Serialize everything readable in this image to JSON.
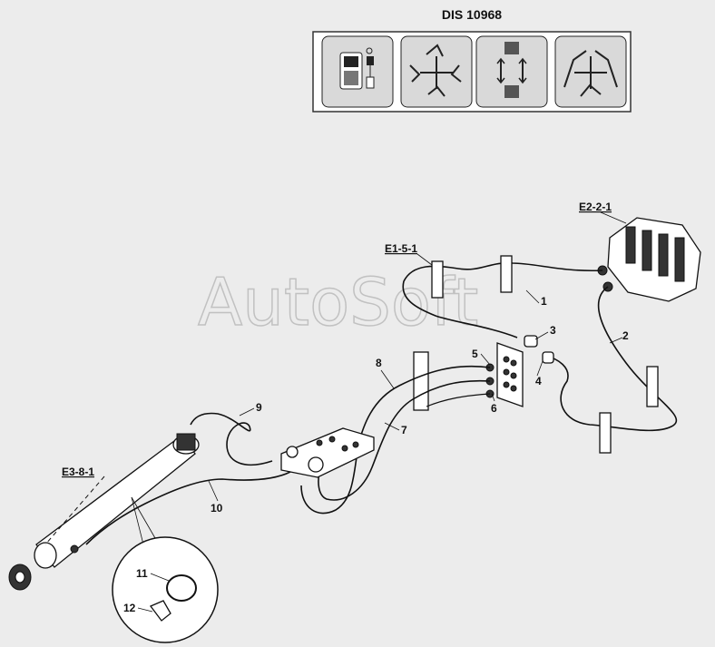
{
  "header": {
    "title": "DIS 10968"
  },
  "watermark": {
    "text": "AutoSoft"
  },
  "icons": [
    {
      "name": "control-panel-icon"
    },
    {
      "name": "boom-movement-icon"
    },
    {
      "name": "stabiliser-icon"
    },
    {
      "name": "backhoe-movement-icon"
    }
  ],
  "references": {
    "e2": "E2-2-1",
    "e1": "E1-5-1",
    "e3": "E3-8-1"
  },
  "callouts": {
    "c1": "1",
    "c2": "2",
    "c3": "3",
    "c4": "4",
    "c5": "5",
    "c6": "6",
    "c7": "7",
    "c8": "8",
    "c9": "9",
    "c10": "10",
    "c11": "11",
    "c12": "12"
  }
}
